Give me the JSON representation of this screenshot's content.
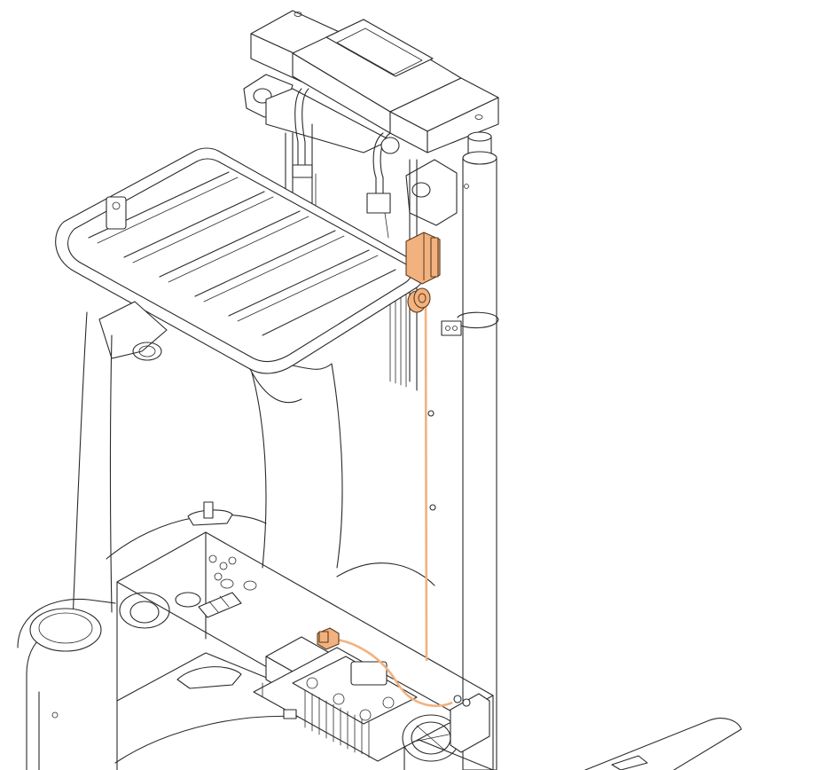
{
  "colors": {
    "highlight": "#f2b27f",
    "highlight_outline": "#5a3a1c",
    "line": "#2a2a2a",
    "background": "#ffffff"
  },
  "highlighted_parts": [
    "upper-bracket",
    "cable-reel",
    "cable",
    "connector"
  ]
}
